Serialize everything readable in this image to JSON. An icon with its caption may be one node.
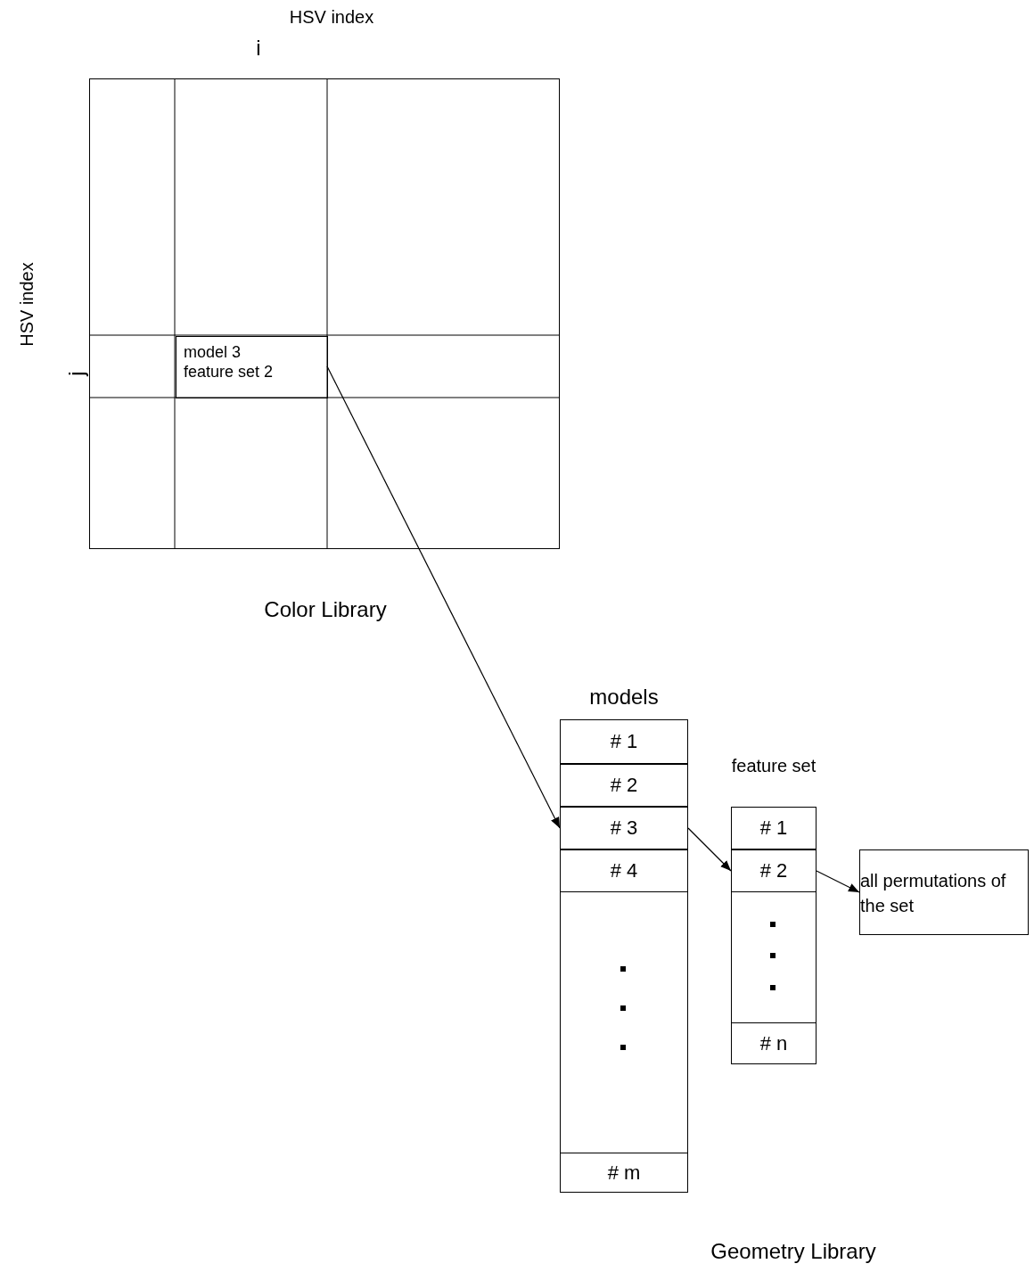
{
  "diagram": {
    "nodes": [
      {
        "text": [],
        "shape": "box",
        "beside": [
          "Color Library"
        ]
      },
      {
        "text": [
          "model 3 feature set 2"
        ],
        "in": 0
      },
      {
        "text": [
          "models"
        ]
      },
      {
        "text": [
          "# 1"
        ],
        "in": 2
      },
      {
        "text": [
          "# 2"
        ],
        "in": 2
      },
      {
        "text": [
          "# 3"
        ],
        "in": 2
      },
      {
        "text": [
          "# 4"
        ],
        "in": 2
      },
      {
        "text": [
          "# m"
        ],
        "in": 2
      },
      {
        "text": [
          "feature set"
        ]
      },
      {
        "text": [
          "# 1"
        ],
        "in": 8
      },
      {
        "text": [
          "# 2"
        ],
        "in": 8
      },
      {
        "text": [
          "# n"
        ],
        "in": 8
      },
      {
        "text": [
          "all permutations of the set"
        ]
      }
    ],
    "edges": [
      {
        "from": 1,
        "to": 5,
        "arrow": "to"
      },
      {
        "from": 5,
        "to": 10,
        "arrow": "to"
      },
      {
        "from": 10,
        "to": 12,
        "arrow": "to"
      }
    ],
    "labels": [
      "HSV index",
      "i",
      "HSV index",
      "j",
      "Geometry Library"
    ]
  }
}
